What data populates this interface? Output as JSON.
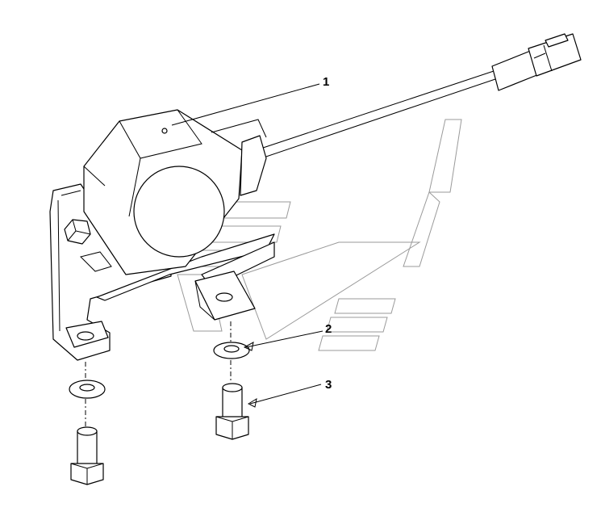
{
  "callouts": {
    "c1": "1",
    "c2": "2",
    "c3": "3"
  },
  "colors": {
    "line": "#000000",
    "background": "#ffffff",
    "watermark": "#9a9a9a"
  }
}
